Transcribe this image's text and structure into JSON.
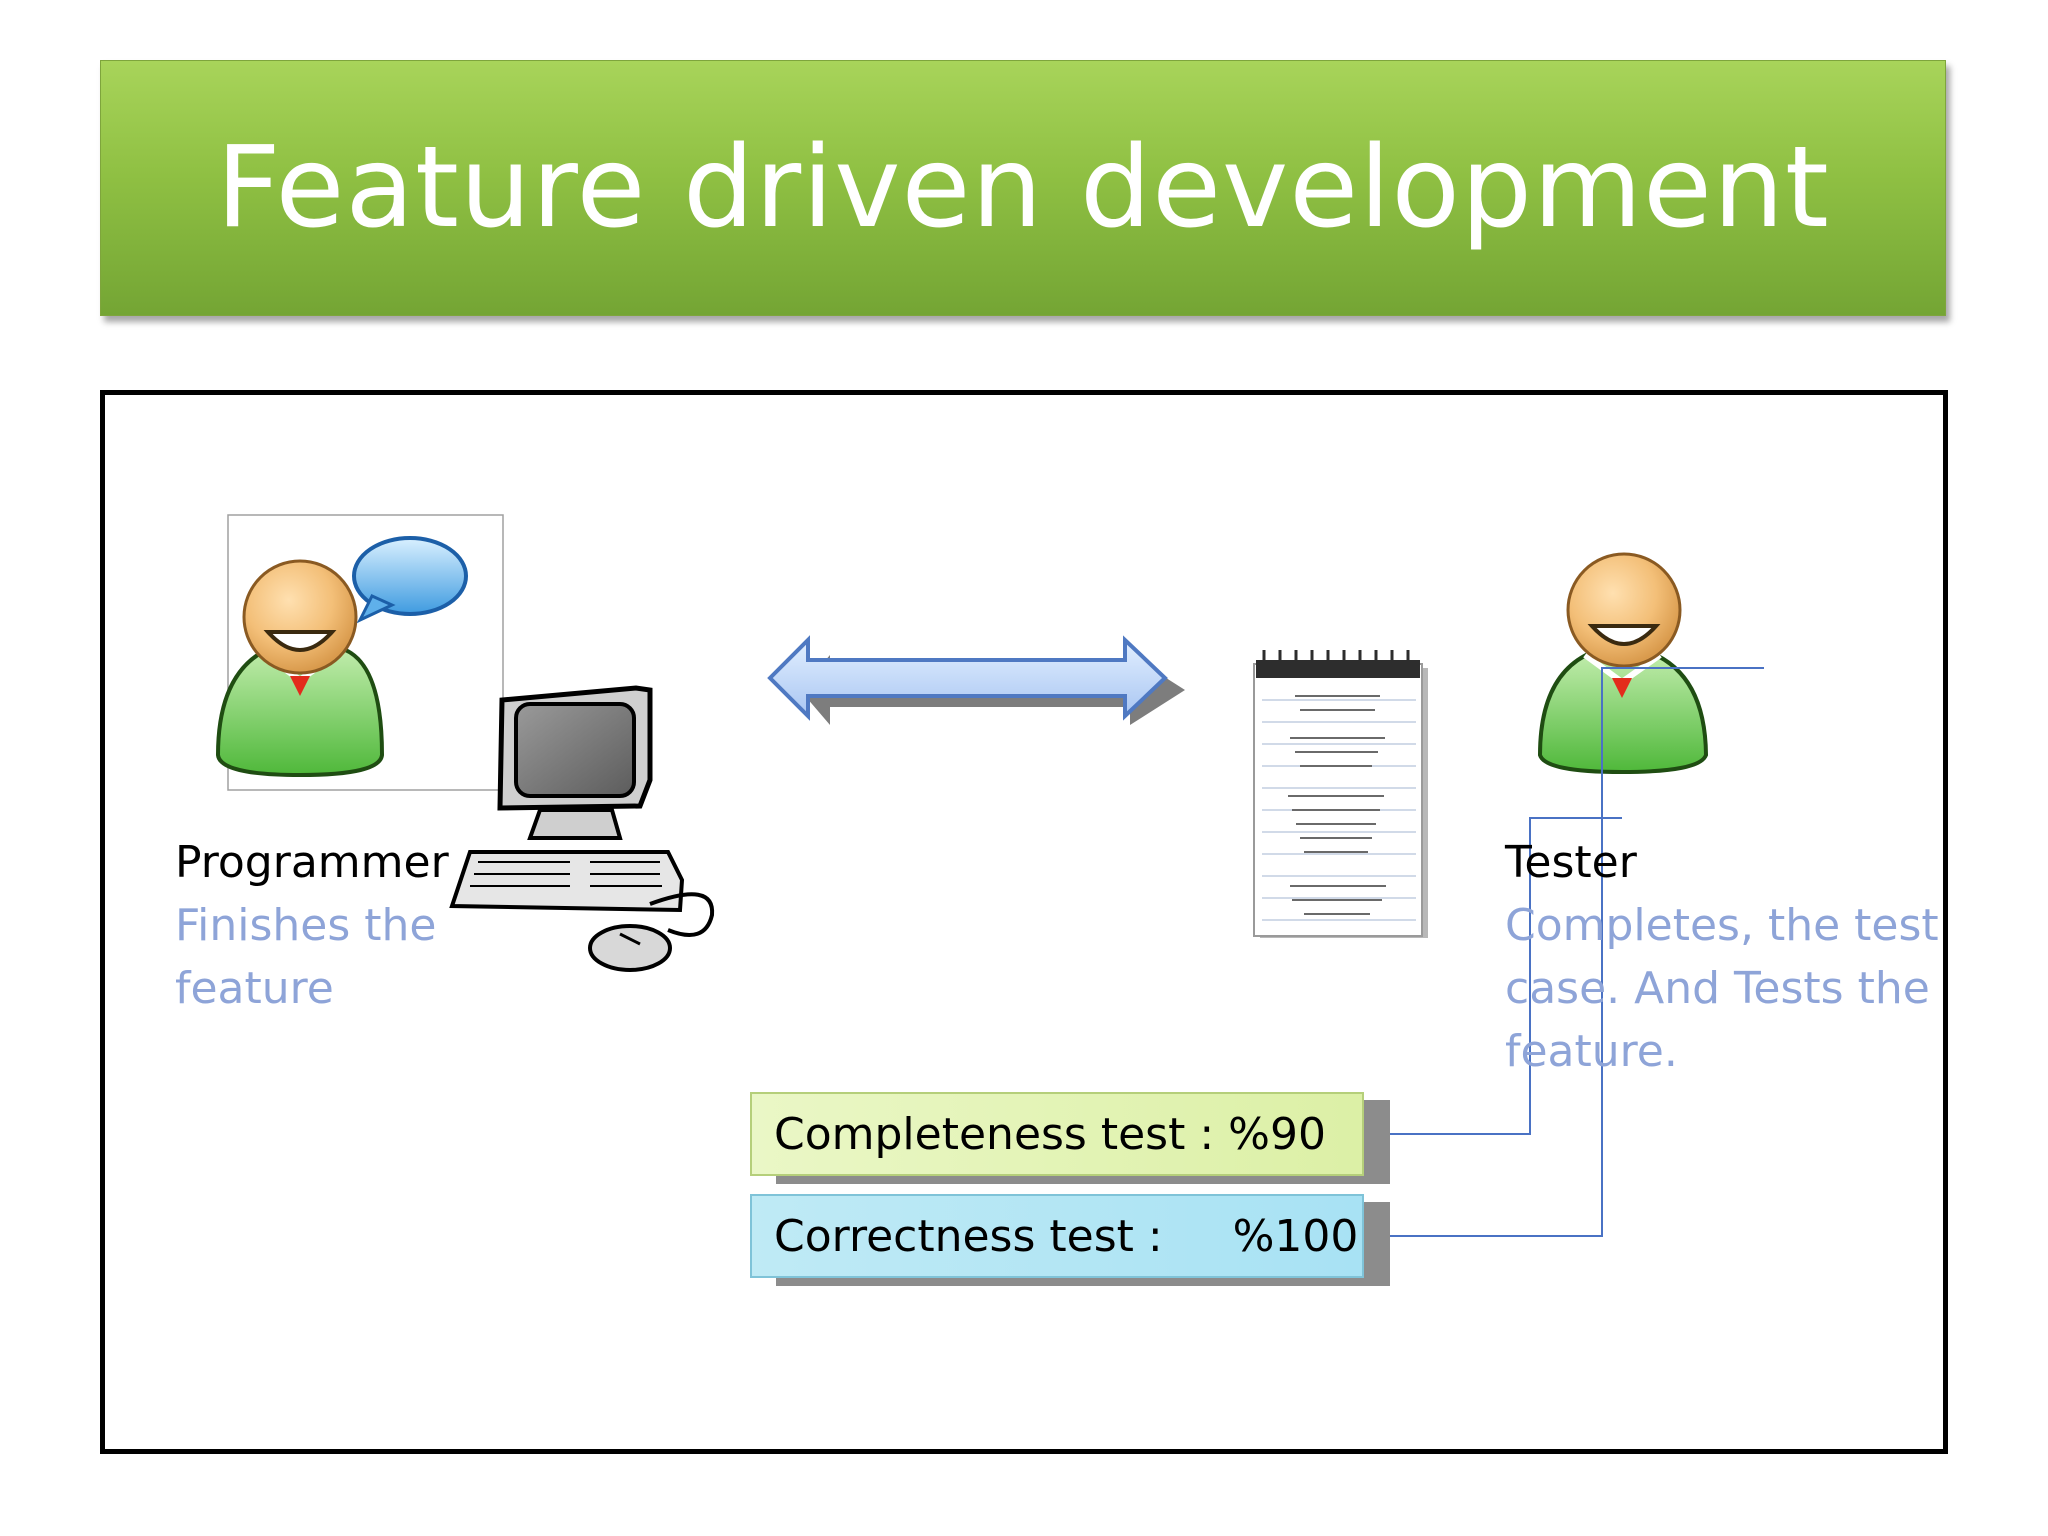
{
  "title": "Feature driven development",
  "programmer": {
    "role": "Programmer",
    "description_lines": [
      "Finishes the",
      "feature"
    ]
  },
  "tester": {
    "role": "Tester",
    "description_lines": [
      "Completes, the test",
      "case. And Tests the",
      "feature."
    ]
  },
  "results": {
    "completeness": "Completeness test : %90",
    "correctness": "Correctness test :     %100"
  },
  "colors": {
    "banner": "#8fc043",
    "description_text": "#8ea4d8",
    "connector": "#4a72c4",
    "completeness_box": "#dcf0a6",
    "correctness_box": "#a8e2f4"
  },
  "icons": [
    "person-icon",
    "speech-bubble-icon",
    "computer-icon",
    "double-arrow-icon",
    "notepad-icon"
  ]
}
